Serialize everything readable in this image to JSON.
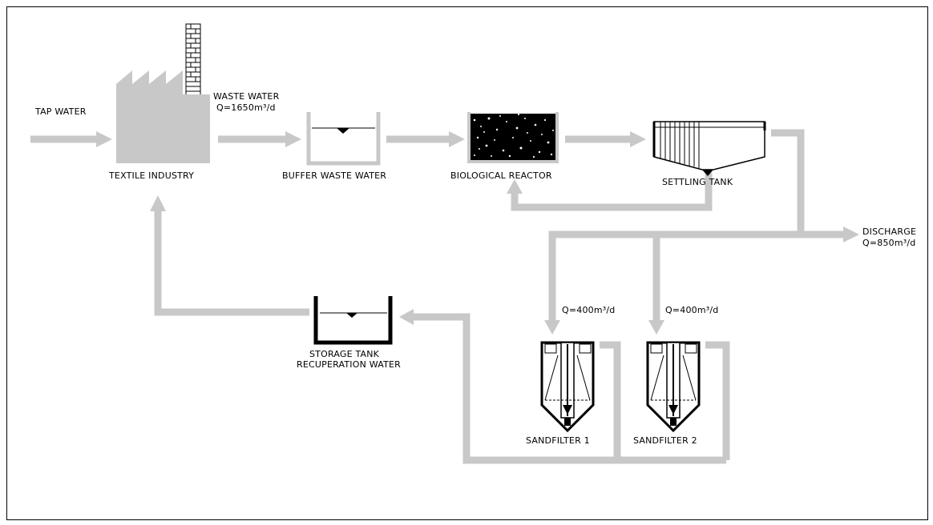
{
  "labels": {
    "tap_water": "TAP WATER",
    "textile_industry": "TEXTILE INDUSTRY",
    "waste_water": "WASTE WATER",
    "waste_water_flow": "Q=1650m³/d",
    "buffer": "BUFFER WASTE WATER",
    "bioreactor": "BIOLOGICAL REACTOR",
    "settling": "SETTLING TANK",
    "discharge": "DISCHARGE",
    "discharge_flow": "Q=850m³/d",
    "flow_sf1": "Q=400m³/d",
    "flow_sf2": "Q=400m³/d",
    "sandfilter1": "SANDFILTER 1",
    "sandfilter2": "SANDFILTER 2",
    "storage_line1": "STORAGE TANK",
    "storage_line2": "RECUPERATION WATER"
  },
  "colors": {
    "pipe": "#c8c8c8",
    "factory": "#c8c8c8",
    "outline": "#000000"
  }
}
